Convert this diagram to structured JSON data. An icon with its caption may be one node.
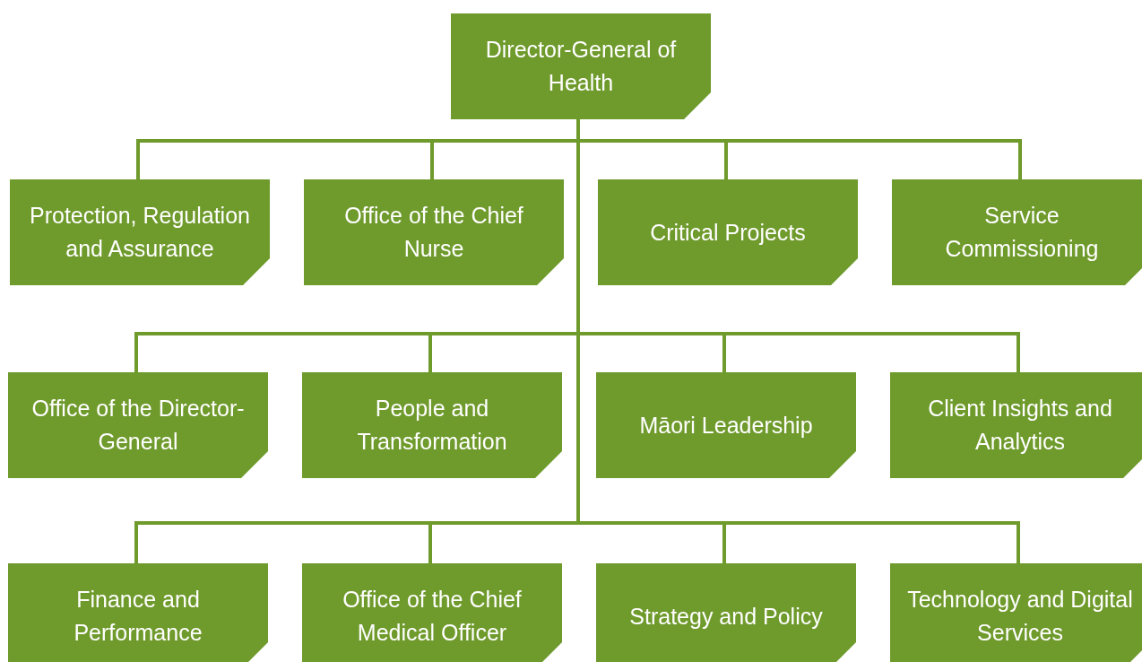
{
  "diagram": {
    "nodes": [
      {
        "text": [
          "Director-General of Health"
        ]
      },
      {
        "text": [
          "Protection, Regulation and Assurance"
        ]
      },
      {
        "text": [
          "Office of the Chief Nurse"
        ]
      },
      {
        "text": [
          "Critical Projects"
        ]
      },
      {
        "text": [
          "Service Commissioning"
        ]
      },
      {
        "text": [
          "Office of the Director-General"
        ]
      },
      {
        "text": [
          "People and Transformation"
        ]
      },
      {
        "text": [
          "Māori Leadership"
        ]
      },
      {
        "text": [
          "Client Insights and Analytics"
        ]
      },
      {
        "text": [
          "Finance and Performance"
        ]
      },
      {
        "text": [
          "Office of the Chief Medical Officer"
        ]
      },
      {
        "text": [
          "Strategy and Policy"
        ]
      },
      {
        "text": [
          "Technology and Digital Services"
        ]
      }
    ],
    "edges": [
      {
        "from": 0,
        "to": 1,
        "arrow": "none"
      },
      {
        "from": 0,
        "to": 2,
        "arrow": "none"
      },
      {
        "from": 0,
        "to": 3,
        "arrow": "none"
      },
      {
        "from": 0,
        "to": 4,
        "arrow": "none"
      },
      {
        "from": 0,
        "to": 5,
        "arrow": "none"
      },
      {
        "from": 0,
        "to": 6,
        "arrow": "none"
      },
      {
        "from": 0,
        "to": 7,
        "arrow": "none"
      },
      {
        "from": 0,
        "to": 8,
        "arrow": "none"
      },
      {
        "from": 0,
        "to": 9,
        "arrow": "none"
      },
      {
        "from": 0,
        "to": 10,
        "arrow": "none"
      },
      {
        "from": 0,
        "to": 11,
        "arrow": "none"
      },
      {
        "from": 0,
        "to": 12,
        "arrow": "none"
      }
    ]
  }
}
